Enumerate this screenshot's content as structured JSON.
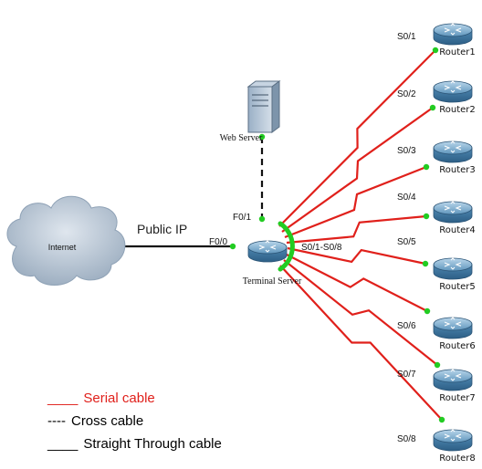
{
  "colors": {
    "serial": "#e0201b",
    "ethernet": "#111111",
    "link_dot": "#22cc22",
    "cloud": "#b9c7d6",
    "router_body": "#4d86b0"
  },
  "nodes": {
    "internet": {
      "label": "Internet",
      "icon": "cloud-icon"
    },
    "web_server": {
      "label": "Web Server",
      "icon": "server-icon"
    },
    "terminal_server": {
      "label": "Terminal Server",
      "icon": "router-icon"
    }
  },
  "links": {
    "public_ip": "Public IP",
    "f0_0": "F0/0",
    "f0_1": "F0/1",
    "s_range": "S0/1-S0/8"
  },
  "routers": [
    {
      "name": "Router1",
      "port": "S0/1"
    },
    {
      "name": "Router2",
      "port": "S0/2"
    },
    {
      "name": "Router3",
      "port": "S0/3"
    },
    {
      "name": "Router4",
      "port": "S0/4"
    },
    {
      "name": "Router5",
      "port": "S0/5"
    },
    {
      "name": "Router6",
      "port": "S0/6"
    },
    {
      "name": "Router7",
      "port": "S0/7"
    },
    {
      "name": "Router8",
      "port": "S0/8"
    }
  ],
  "legend": [
    {
      "mark": "____",
      "text": "Serial cable",
      "color": "#e0201b"
    },
    {
      "mark": "----",
      "text": "Cross cable",
      "color": "#111111"
    },
    {
      "mark": "____",
      "text": "Straight Through cable",
      "color": "#111111"
    }
  ]
}
